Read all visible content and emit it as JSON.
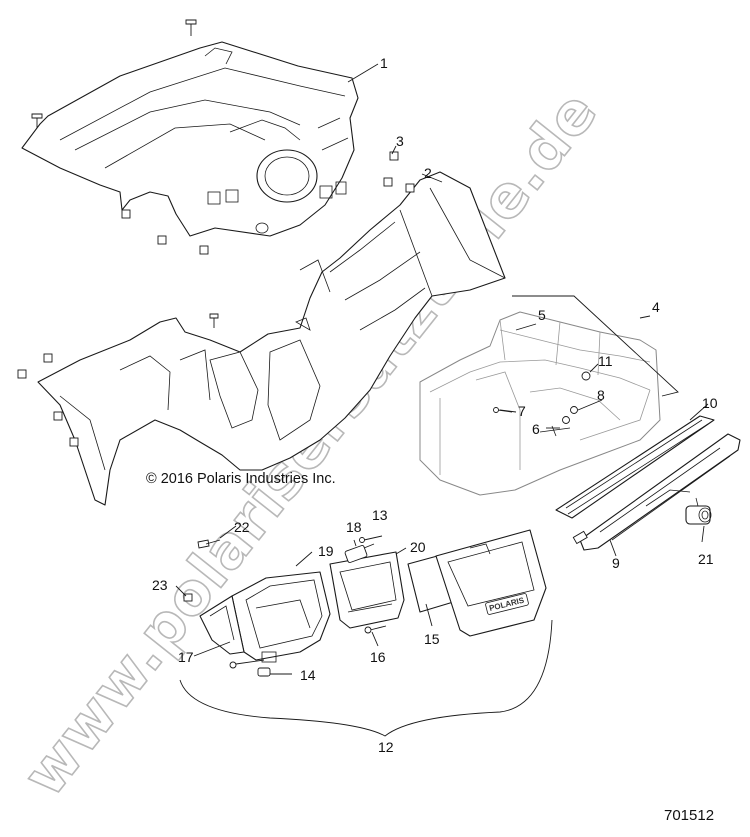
{
  "watermark": "www.polarisersatzteile.de",
  "copyright": "© 2016 Polaris Industries Inc.",
  "document_number": "701512",
  "callouts": [
    "1",
    "2",
    "3",
    "4",
    "5",
    "6",
    "7",
    "8",
    "9",
    "10",
    "11",
    "12",
    "13",
    "14",
    "15",
    "16",
    "17",
    "18",
    "19",
    "20",
    "21",
    "22",
    "23"
  ],
  "logo_text": "POLARIS"
}
